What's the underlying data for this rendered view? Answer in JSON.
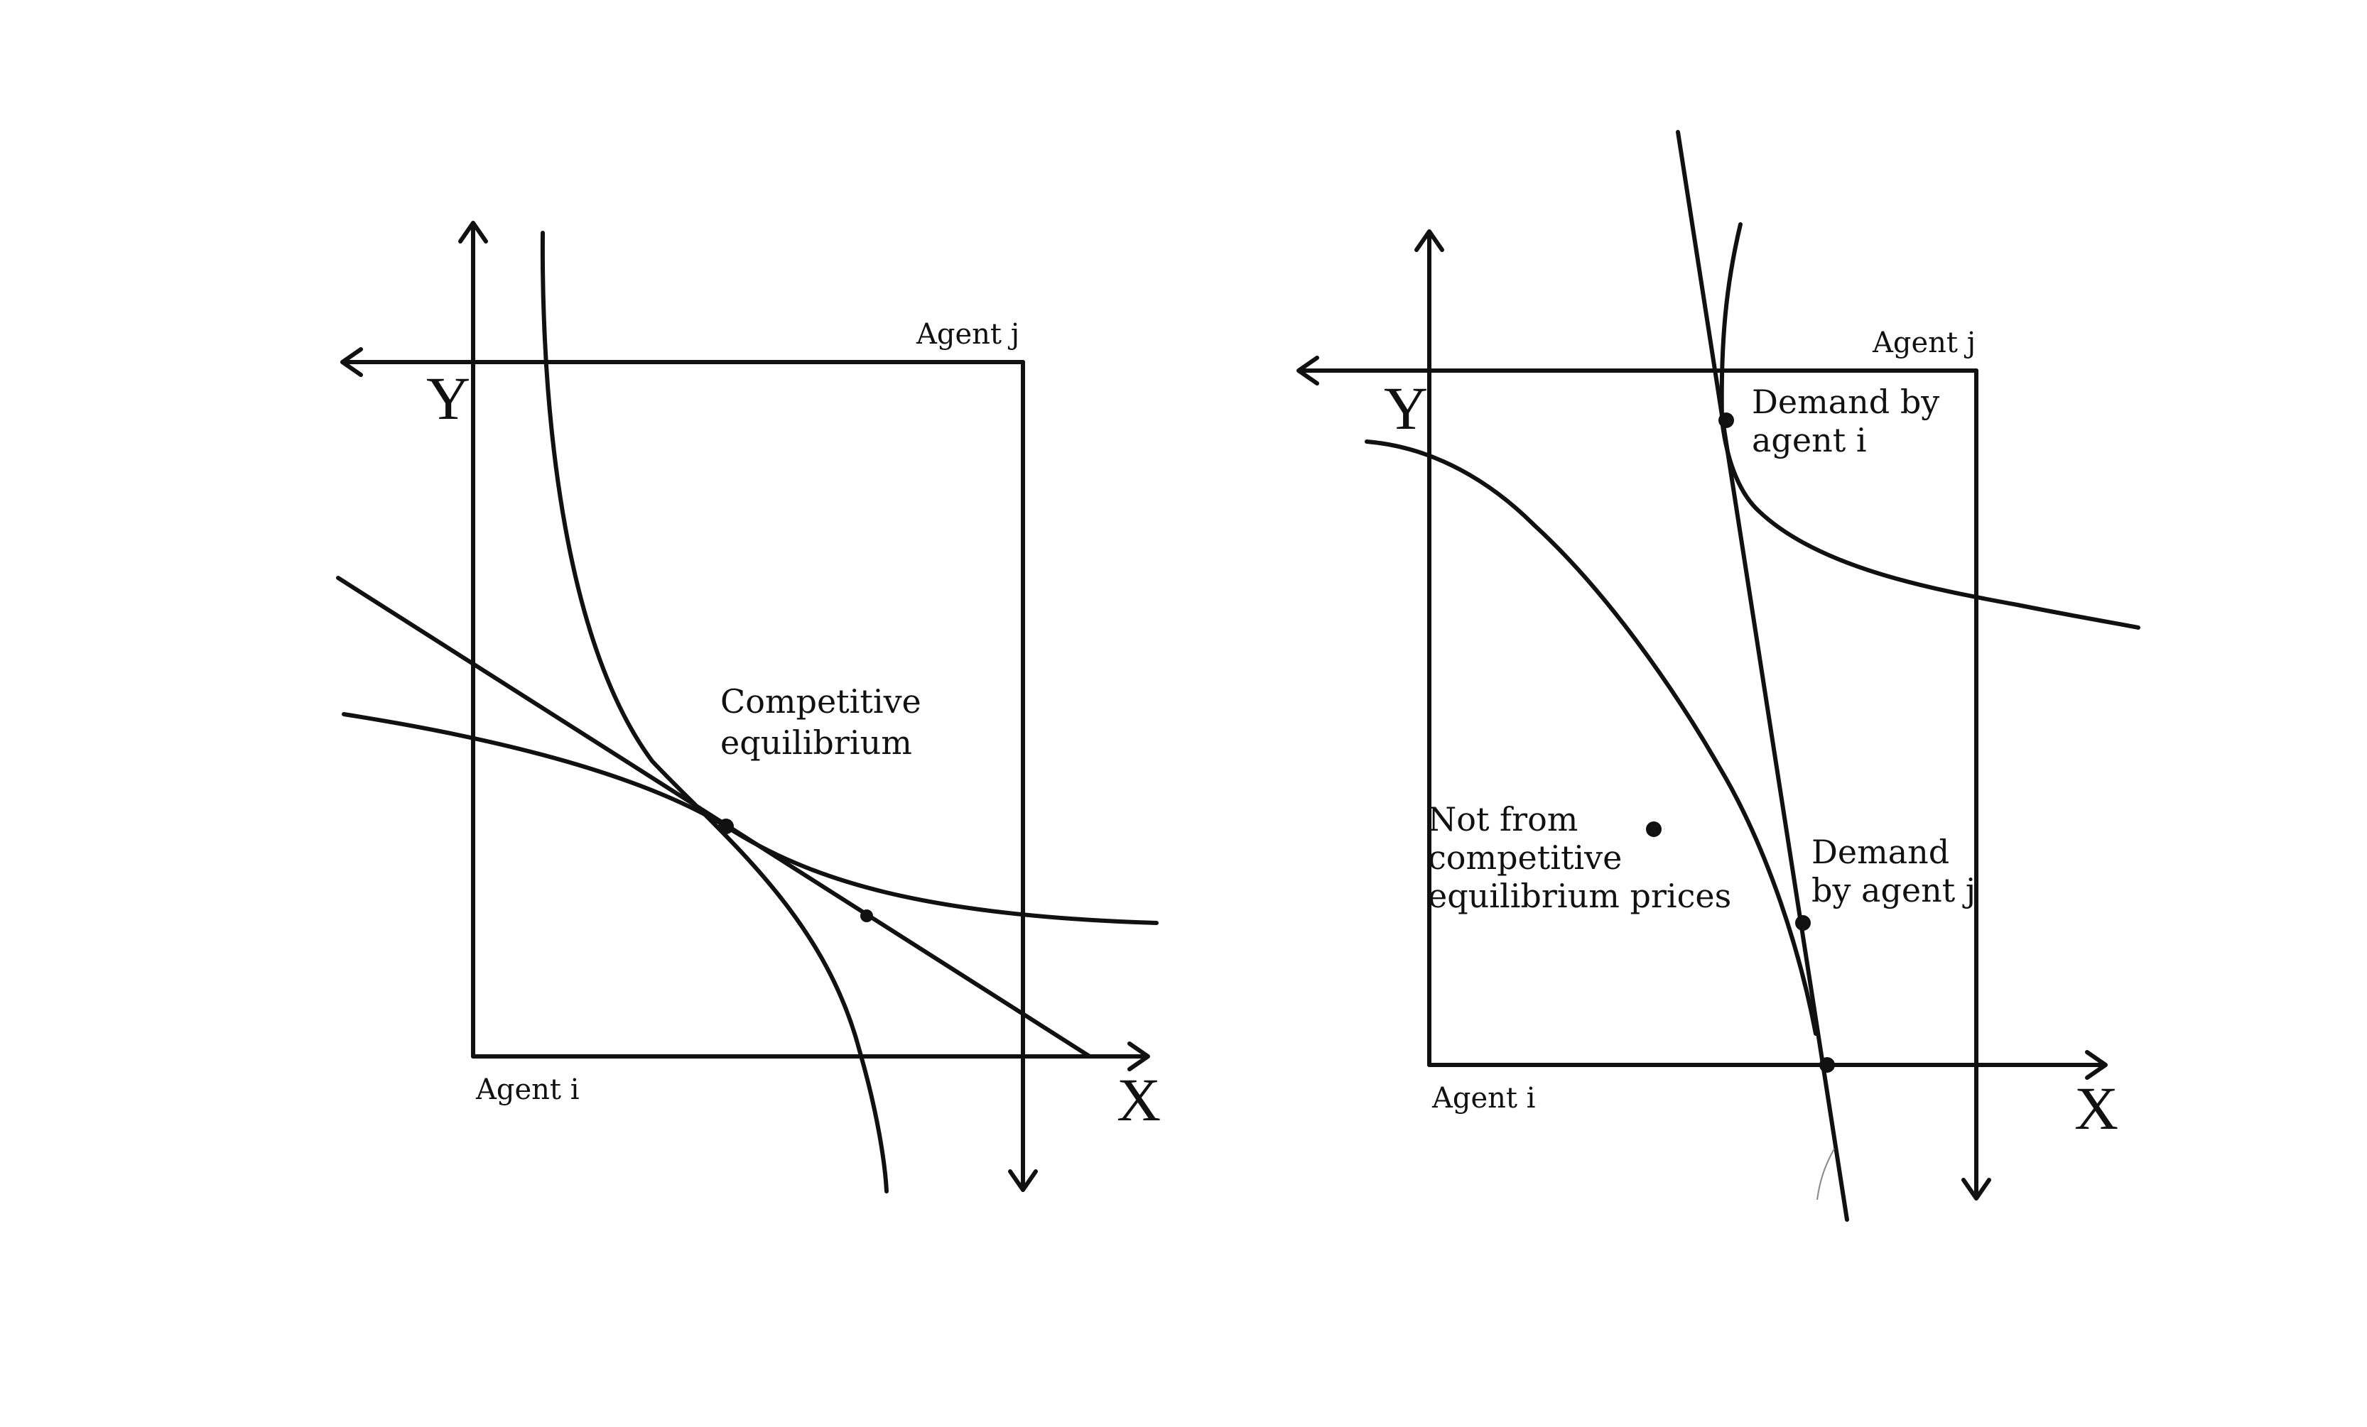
{
  "panels": {
    "left": {
      "owner_top_label": "Agent j",
      "owner_bottom_label": "Agent i",
      "y_axis_label": "Y",
      "x_axis_label": "X",
      "equilibrium_label_line1": "Competitive",
      "equilibrium_label_line2": "equilibrium"
    },
    "right": {
      "owner_top_label": "Agent j",
      "owner_bottom_label": "Agent i",
      "y_axis_label": "Y",
      "x_axis_label": "X",
      "demand_i_line1": "Demand by",
      "demand_i_line2": "agent i",
      "demand_j_line1": "Demand",
      "demand_j_line2": "by agent  j",
      "nonequilibrium_line1": "Not from",
      "nonequilibrium_line2": "competitive",
      "nonequilibrium_line3": "equilibrium prices"
    }
  }
}
